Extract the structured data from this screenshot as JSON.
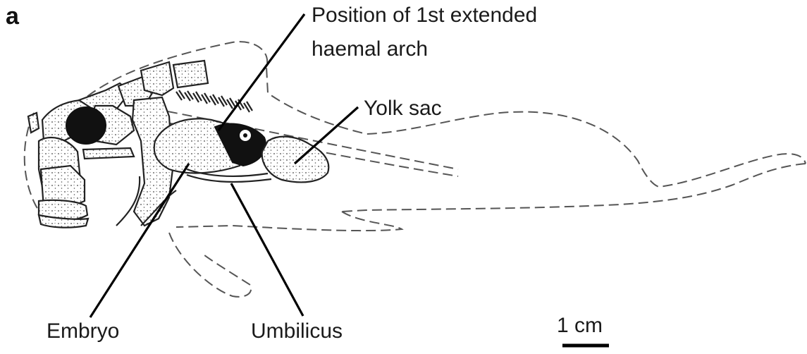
{
  "panel_label": "a",
  "labels": {
    "arch_line1": "Position of 1st extended",
    "arch_line2": "haemal arch",
    "yolk_sac": "Yolk sac",
    "embryo": "Embryo",
    "umbilicus": "Umbilicus",
    "scale": "1 cm"
  },
  "colors": {
    "ink": "#111111",
    "dashed_outline": "#555555",
    "background": "#ffffff"
  }
}
